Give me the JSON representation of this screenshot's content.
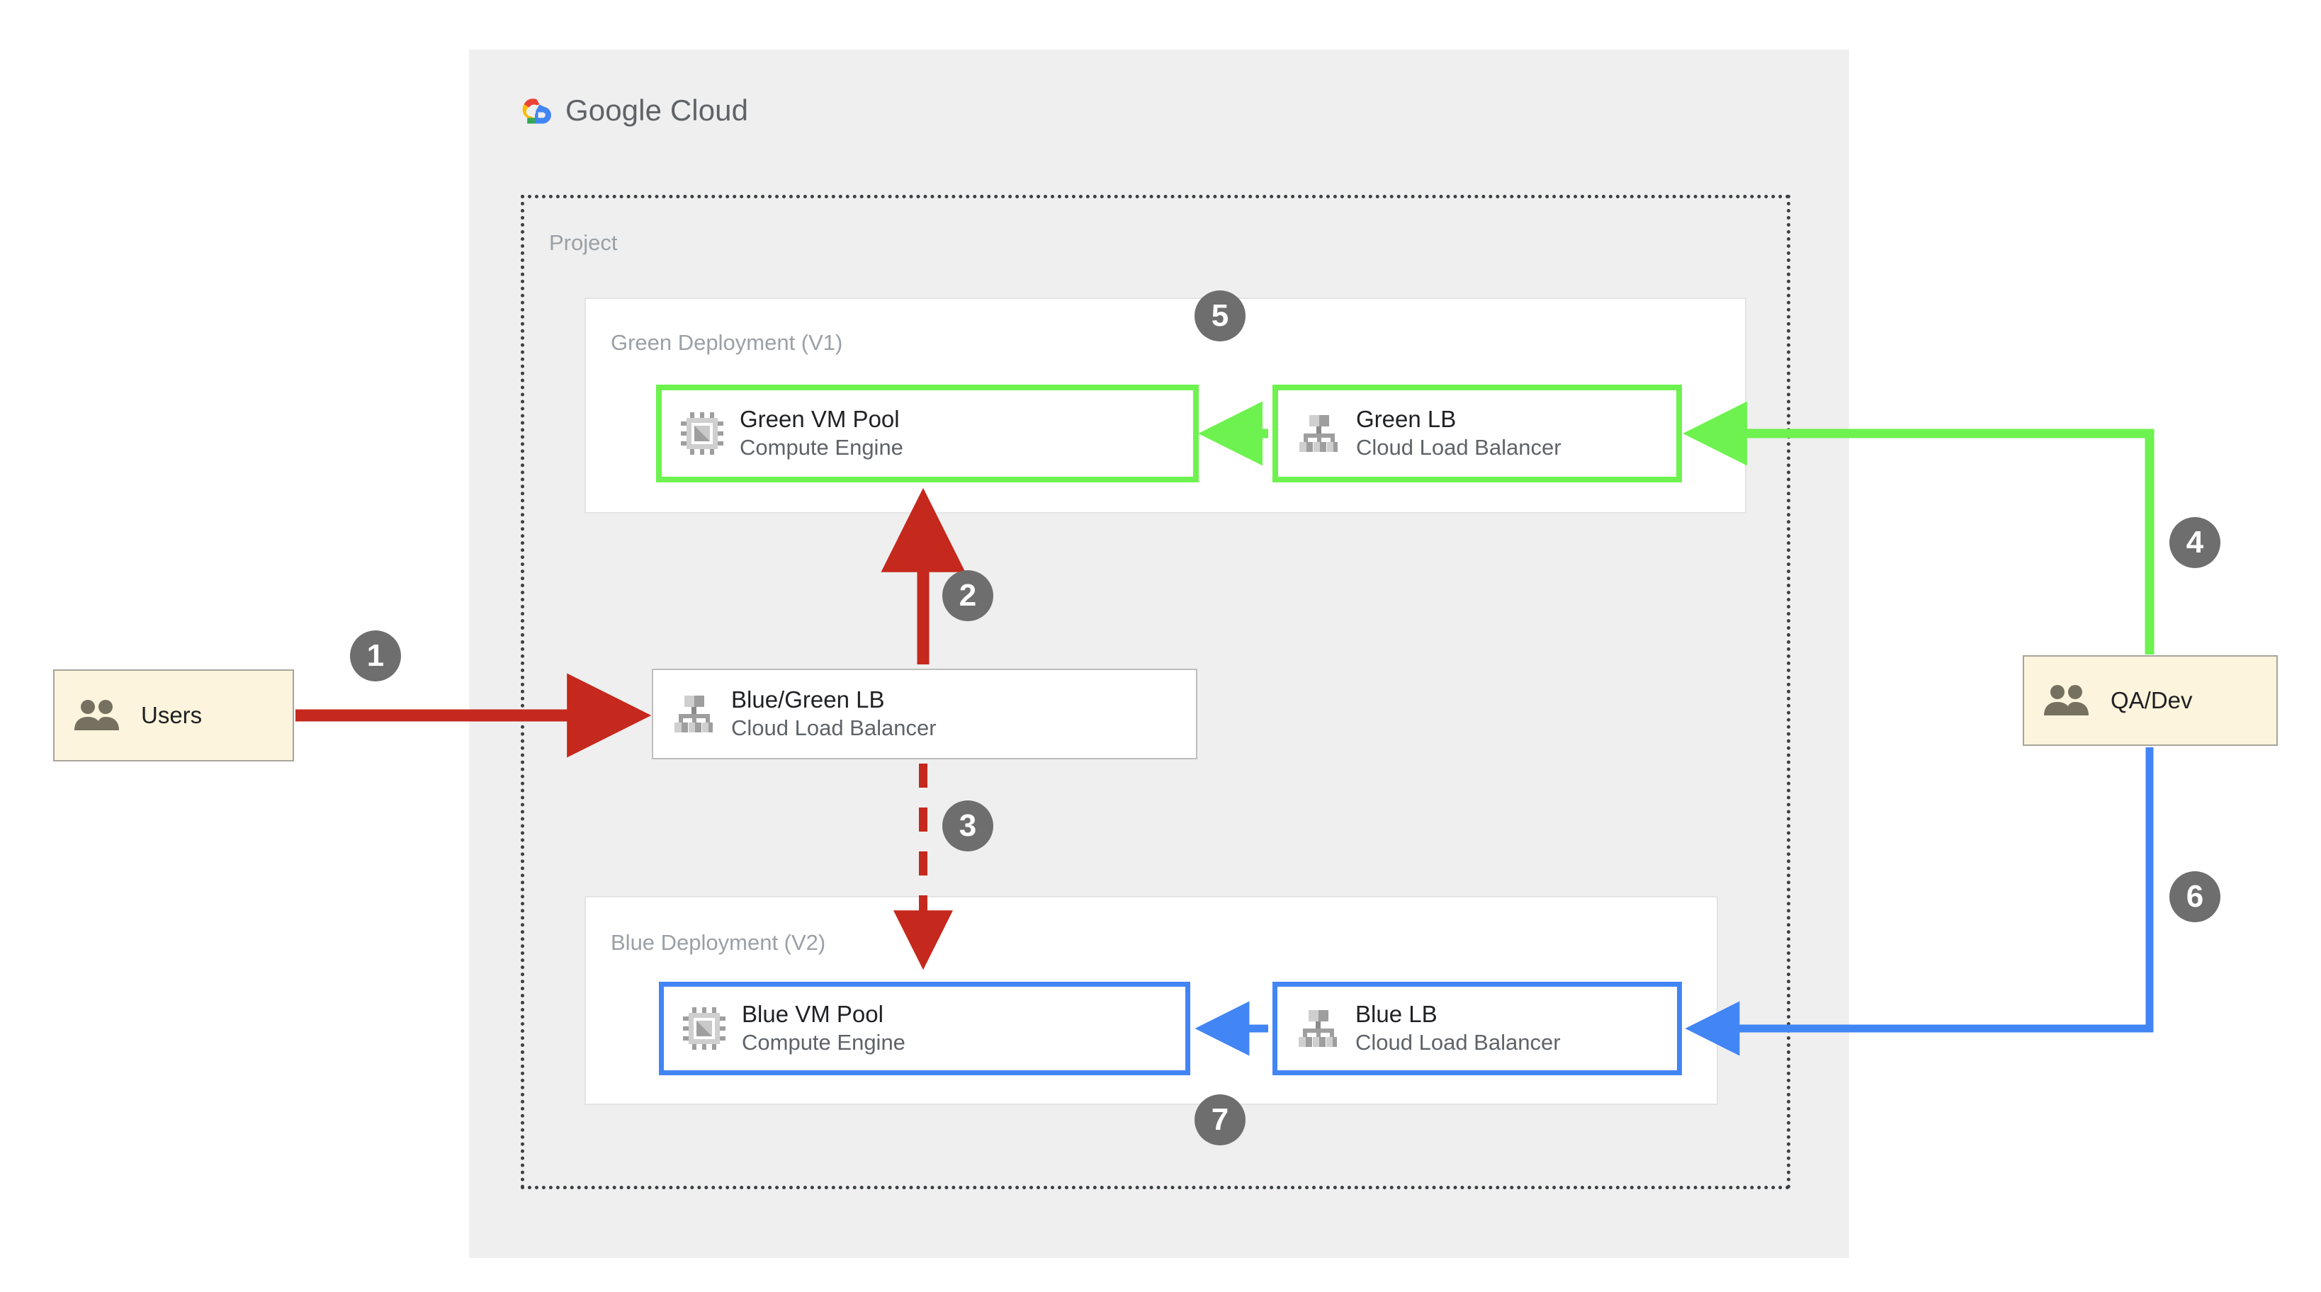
{
  "brand": {
    "name_bold": "Google",
    "name_light": "Cloud",
    "logo_icon": "google-cloud-logo",
    "colors": {
      "red": "#EA4335",
      "yellow": "#FBBC05",
      "green": "#34A853",
      "blue": "#4285F4",
      "wordmark": "#5F6368"
    }
  },
  "project": {
    "label": "Project"
  },
  "groups": {
    "green": {
      "title": "Green Deployment (V1)"
    },
    "blue": {
      "title": "Blue Deployment (V2)"
    }
  },
  "nodes": {
    "green_vm": {
      "title": "Green VM Pool",
      "subtitle": "Compute Engine",
      "icon": "cpu-chip-icon",
      "accent": "#6EF24F"
    },
    "green_lb": {
      "title": "Green LB",
      "subtitle": "Cloud Load Balancer",
      "icon": "load-balancer-icon",
      "accent": "#6EF24F"
    },
    "bluegreen_lb": {
      "title": "Blue/Green LB",
      "subtitle": "Cloud Load Balancer",
      "icon": "load-balancer-icon",
      "accent": "#BDBDBD"
    },
    "blue_vm": {
      "title": "Blue VM Pool",
      "subtitle": "Compute Engine",
      "icon": "cpu-chip-icon",
      "accent": "#4285F4"
    },
    "blue_lb": {
      "title": "Blue LB",
      "subtitle": "Cloud Load Balancer",
      "icon": "load-balancer-icon",
      "accent": "#4285F4"
    }
  },
  "actors": {
    "users": {
      "label": "Users",
      "icon": "people-icon",
      "fill": "#FCF4DC"
    },
    "qadev": {
      "label": "QA/Dev",
      "icon": "people-icon",
      "fill": "#FCF4DC"
    }
  },
  "steps": [
    {
      "n": "1",
      "flow": "users-to-bluegreen-lb",
      "color": "#C5281C"
    },
    {
      "n": "2",
      "flow": "bluegreen-lb-to-green-vm-pool",
      "color": "#C5281C"
    },
    {
      "n": "3",
      "flow": "bluegreen-lb-to-blue-vm-pool",
      "color": "#C5281C"
    },
    {
      "n": "4",
      "flow": "qadev-to-green-lb",
      "color": "#6EF24F"
    },
    {
      "n": "5",
      "flow": "green-lb-to-green-vm-pool",
      "color": "#6EF24F"
    },
    {
      "n": "6",
      "flow": "qadev-to-blue-lb",
      "color": "#4285F4"
    },
    {
      "n": "7",
      "flow": "blue-lb-to-blue-vm-pool",
      "color": "#4285F4"
    }
  ],
  "connectors": {
    "red_solid": "#C5281C",
    "red_dashed": "#C5281C",
    "green": "#6EF24F",
    "blue": "#4285F4"
  }
}
